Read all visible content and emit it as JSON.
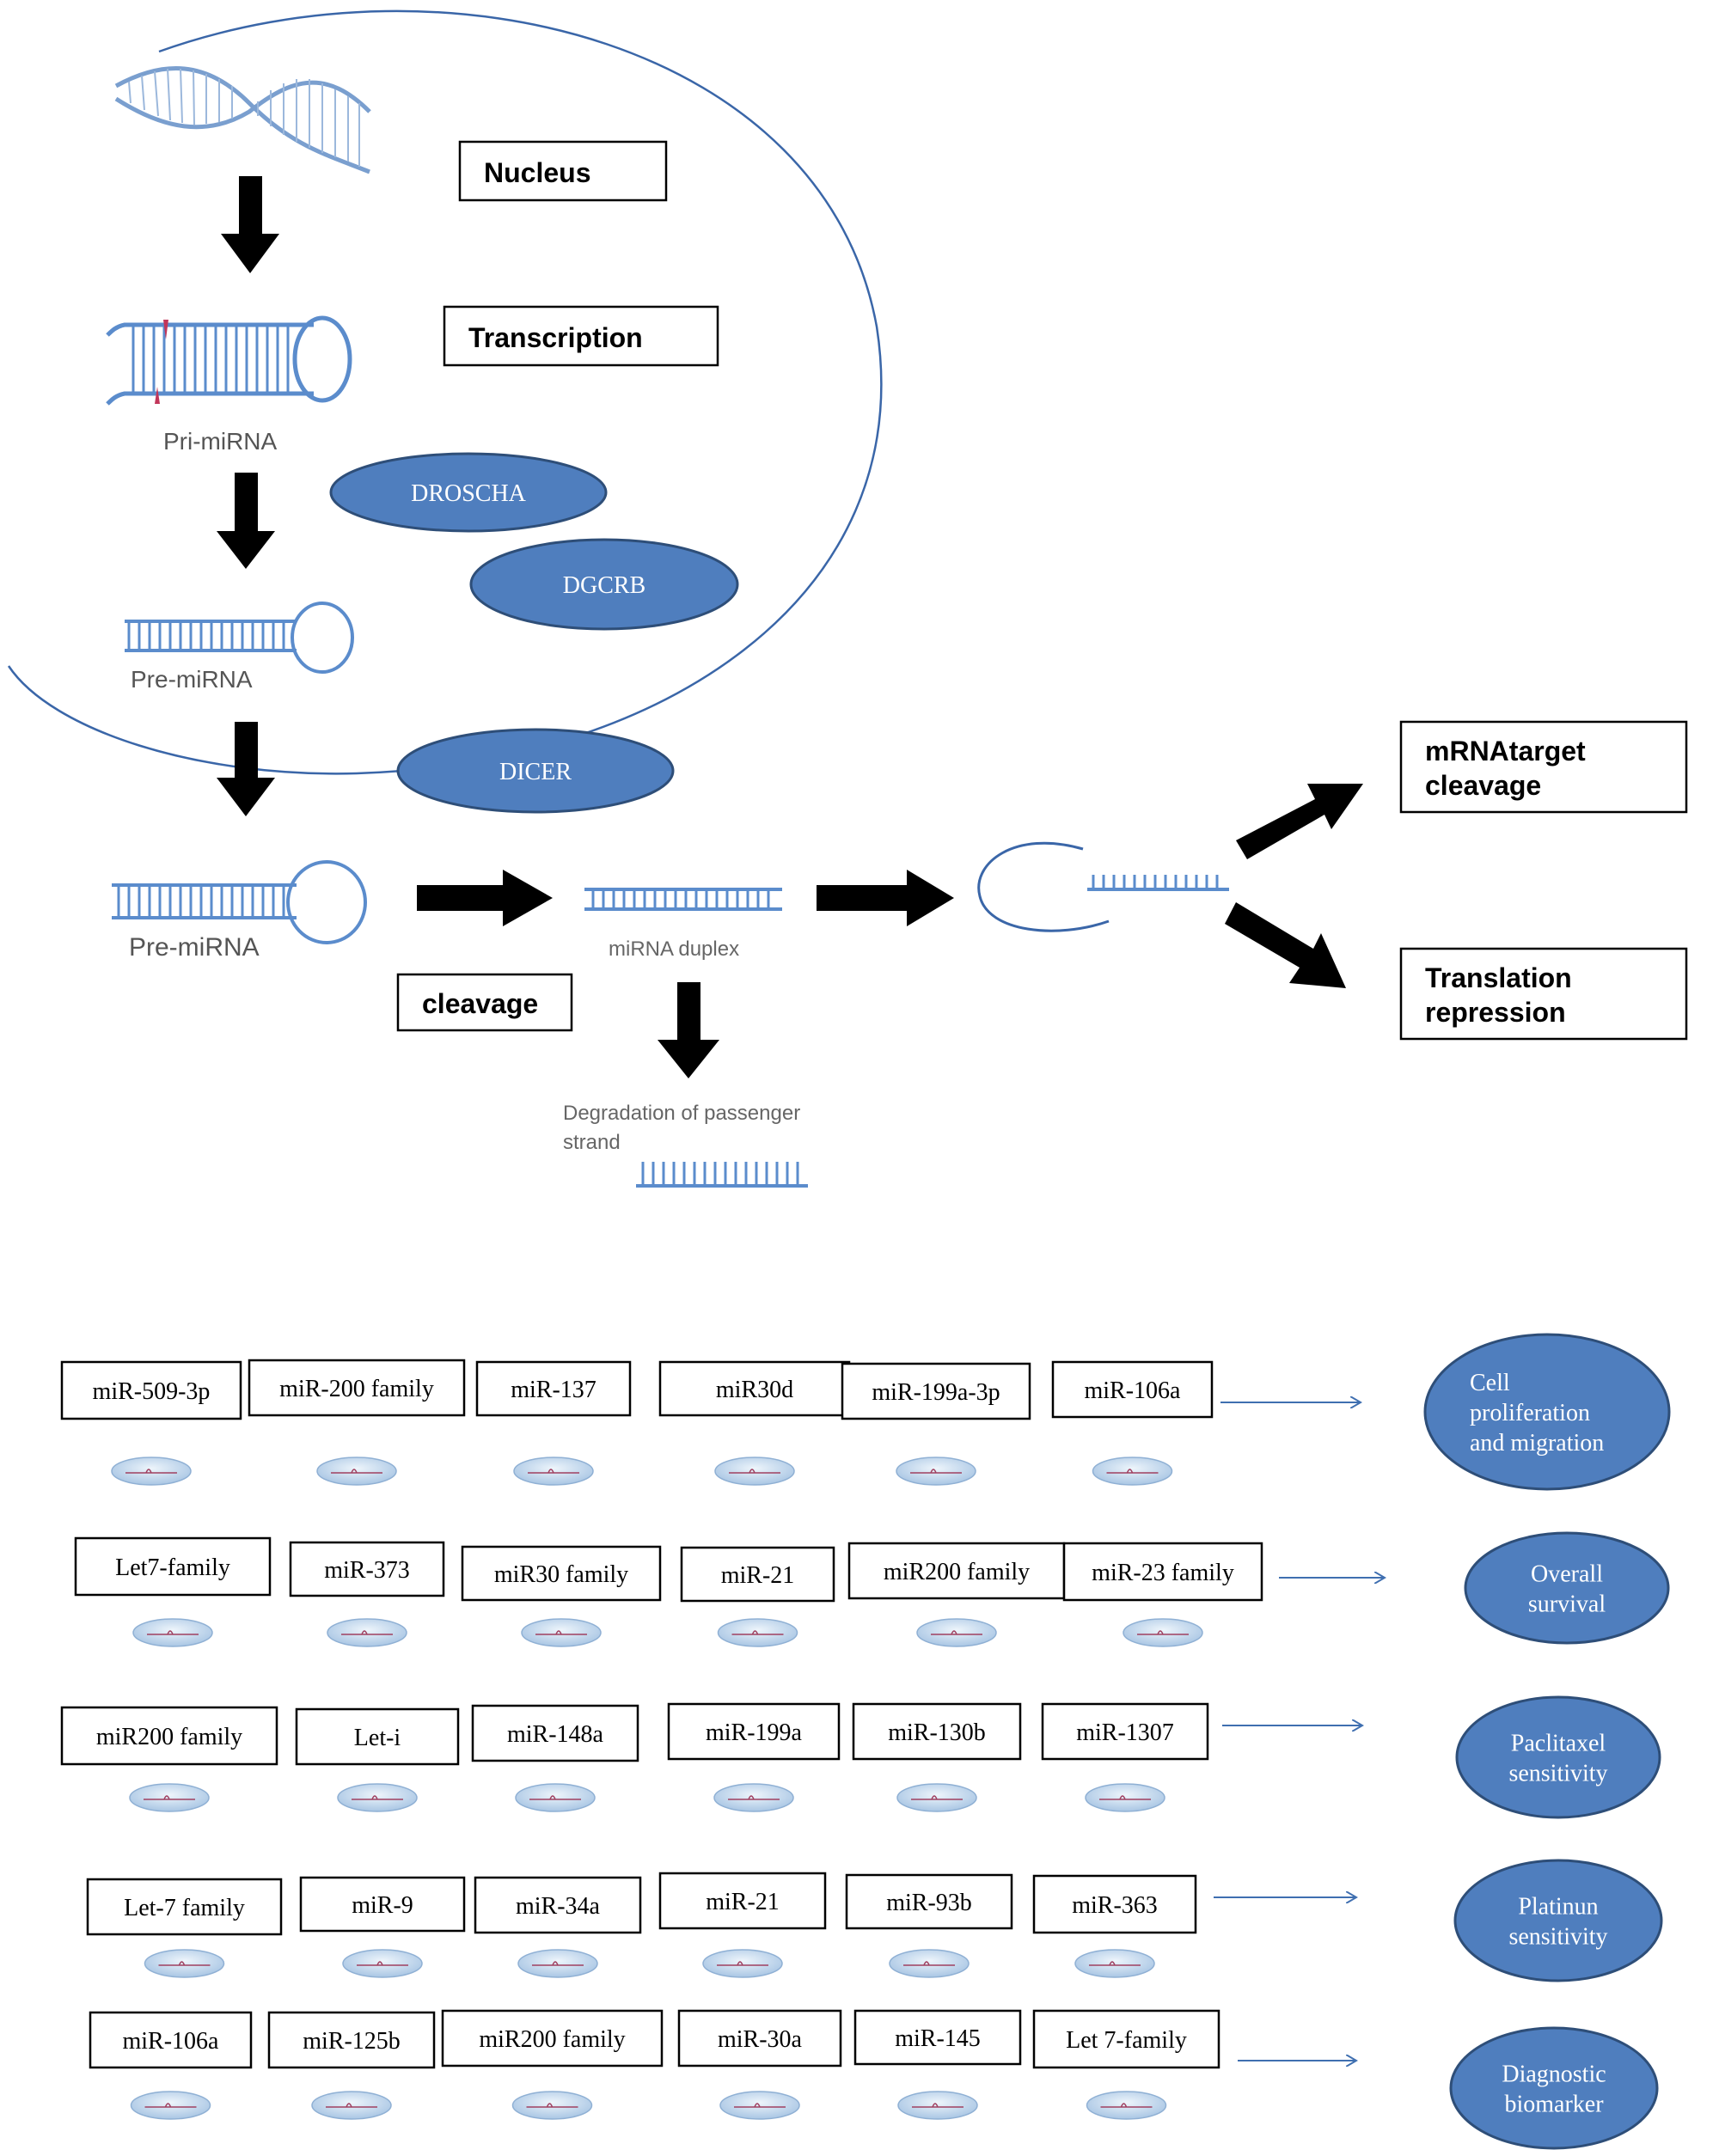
{
  "pathway": {
    "nucleus_label": "Nucleus",
    "transcription_label": "Transcription",
    "pri_mirna_label": "Pri-miRNA",
    "pre_mirna_label_1": "Pre-miRNA",
    "pre_mirna_label_2": "Pre-miRNA",
    "drosha_label": "DROSCHA",
    "dgcrb_label": "DGCRB",
    "dicer_label": "DICER",
    "cleavage_label": "cleavage",
    "duplex_label": "miRNA duplex",
    "degradation_label_1": "Degradation of passenger",
    "degradation_label_2": "strand",
    "mrna_cleavage_line1": "mRNAtarget",
    "mrna_cleavage_line2": "cleavage",
    "translation_line1": "Translation",
    "translation_line2": "repression"
  },
  "rows": [
    {
      "mirnas": [
        "miR-509-3p",
        "miR-200 family",
        "miR-137",
        "miR30d",
        "miR-199a-3p",
        "miR-106a"
      ],
      "outcome": [
        "Cell",
        "proliferation",
        "and  migration"
      ]
    },
    {
      "mirnas": [
        "Let7-family",
        "miR-373",
        "miR30 family",
        "miR-21",
        "miR200 family",
        "miR-23 family"
      ],
      "outcome": [
        "Overall",
        "survival"
      ]
    },
    {
      "mirnas": [
        "miR200 family",
        "Let-i",
        "miR-148a",
        "miR-199a",
        "miR-130b",
        "miR-1307"
      ],
      "outcome": [
        "Paclitaxel",
        "sensitivity"
      ]
    },
    {
      "mirnas": [
        "Let-7 family",
        "miR-9",
        "miR-34a",
        "miR-21",
        "miR-93b",
        "miR-363"
      ],
      "outcome": [
        "Platinun",
        "sensitivity"
      ]
    },
    {
      "mirnas": [
        "miR-106a",
        "miR-125b",
        "miR200 family",
        "miR-30a",
        "miR-145",
        "Let 7-family"
      ],
      "outcome": [
        "Diagnostic",
        "biomarker"
      ]
    }
  ],
  "colors": {
    "enzyme_fill": "#4f7ebe",
    "enzyme_stroke": "#2e4e78",
    "rna_blue": "#5b8ccc",
    "arrow_black": "#000000",
    "thin_arrow": "#3f6fb0",
    "mini_icon_fill": "#c9dcef"
  }
}
